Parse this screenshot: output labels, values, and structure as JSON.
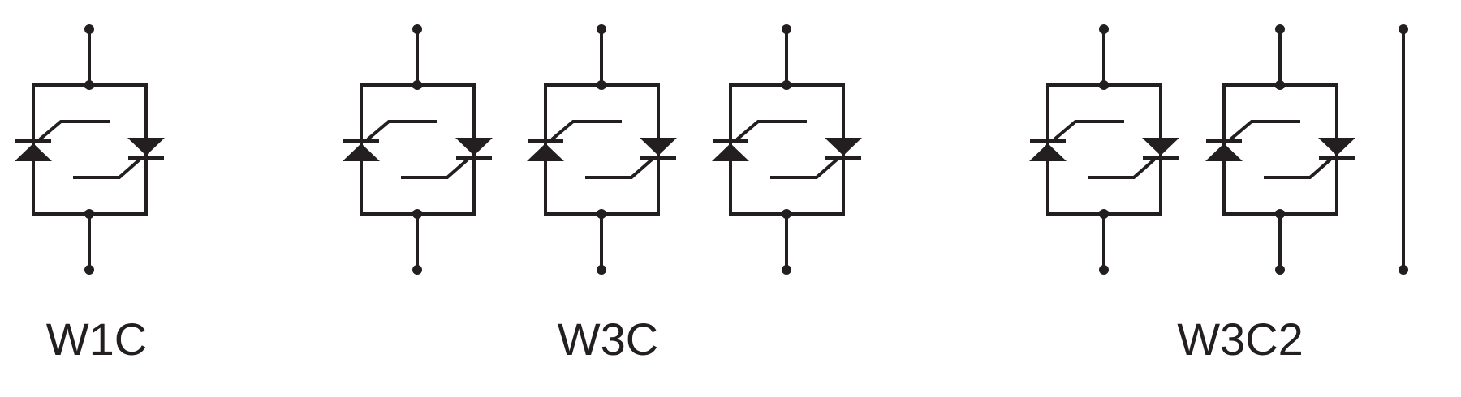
{
  "colors": {
    "ink": "#231f20",
    "background": "#ffffff"
  },
  "groups": [
    {
      "label": "W1C",
      "modules": 1,
      "has_bus_line": false
    },
    {
      "label": "W3C",
      "modules": 3,
      "has_bus_line": false
    },
    {
      "label": "W3C2",
      "modules": 2,
      "has_bus_line": true
    }
  ]
}
